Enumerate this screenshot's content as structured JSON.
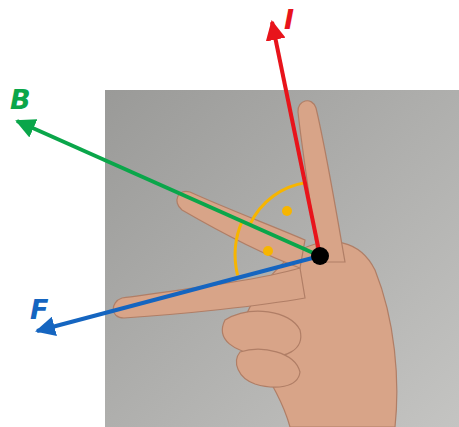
{
  "diagram": {
    "labels": [
      "I",
      "B",
      "F"
    ]
  }
}
